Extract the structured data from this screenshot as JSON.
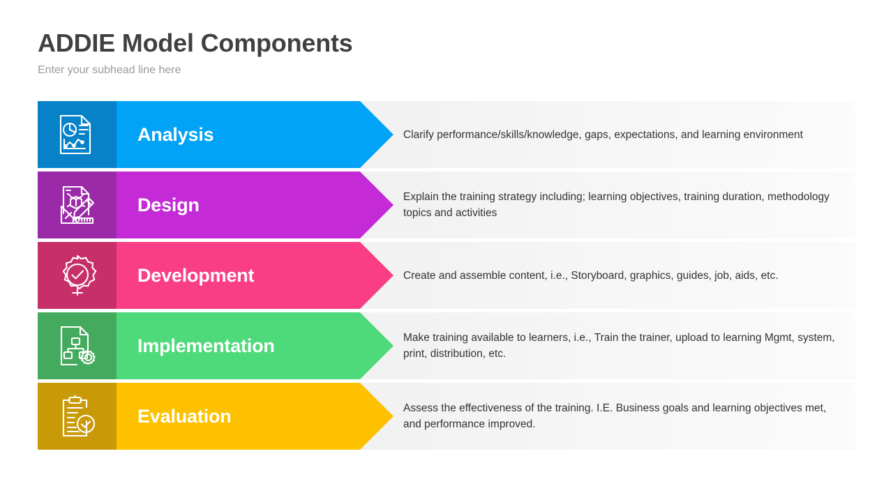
{
  "header": {
    "title": "ADDIE Model Components",
    "subhead": "Enter your subhead line here"
  },
  "theme": {
    "title_color": "#404040",
    "subhead_color": "#9a9a9a",
    "band_color": "#f2f2f2",
    "label_color": "#ffffff",
    "desc_color": "#333333"
  },
  "rows": [
    {
      "label": "Analysis",
      "description": "Clarify performance/skills/knowledge, gaps, expectations, and learning environment",
      "icon": "document-chart-icon",
      "arrow_color": "#00a3f5",
      "plate_color": "#0782c8"
    },
    {
      "label": "Design",
      "description": "Explain the training strategy including; learning objectives, training duration, methodology topics and activities",
      "icon": "blueprint-cube-pencil-icon",
      "arrow_color": "#c42bd6",
      "plate_color": "#9b2aa8"
    },
    {
      "label": "Development",
      "description": "Create and assemble content, i.e., Storyboard, graphics, guides, job, aids, etc.",
      "icon": "gear-check-icon",
      "arrow_color": "#f93e85",
      "plate_color": "#c62f68"
    },
    {
      "label": "Implementation",
      "description": "Make training available to learners, i.e., Train the trainer, upload to learning Mgmt, system, print, distribution, etc.",
      "icon": "document-flowchart-gear-icon",
      "arrow_color": "#4ed97a",
      "plate_color": "#44ab5e"
    },
    {
      "label": "Evaluation",
      "description": "Assess the effectiveness of the training. I.E. Business goals and learning objectives met, and performance improved.",
      "icon": "clipboard-check-icon",
      "arrow_color": "#fdc100",
      "plate_color": "#c99a08"
    }
  ]
}
